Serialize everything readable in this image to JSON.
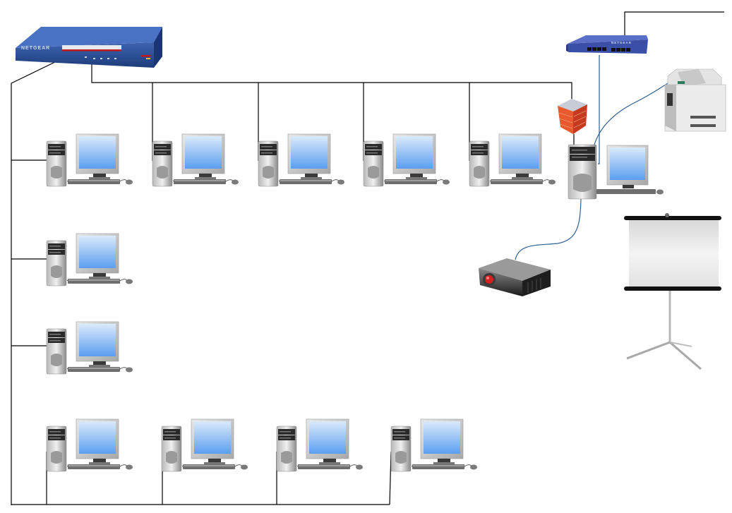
{
  "diagram": {
    "title": "",
    "type": "network-topology",
    "devices": {
      "router": {
        "kind": "router",
        "brand": "NETGEAR"
      },
      "switch": {
        "kind": "switch",
        "brand": "NETGEAR",
        "ports": 8
      },
      "firewall": {
        "kind": "firewall"
      },
      "server": {
        "kind": "server-workstation"
      },
      "printer": {
        "kind": "printer"
      },
      "projector": {
        "kind": "projector"
      },
      "screen": {
        "kind": "projection-screen"
      }
    },
    "workstation_groups": [
      {
        "name": "top-row",
        "count": 5,
        "connected_to": "router"
      },
      {
        "name": "left-column",
        "count": 2,
        "connected_to": "router"
      },
      {
        "name": "bottom-row",
        "count": 4,
        "connected_to": "router"
      }
    ],
    "workstation_total": 12,
    "connections": [
      {
        "from": "router",
        "to": "top-row",
        "style": "black"
      },
      {
        "from": "router",
        "to": "left-bus",
        "style": "black"
      },
      {
        "from": "router",
        "to": "firewall",
        "style": "black"
      },
      {
        "from": "firewall",
        "to": "server",
        "style": "black"
      },
      {
        "from": "switch",
        "to": "server",
        "style": "blue"
      },
      {
        "from": "switch",
        "to": "external",
        "style": "black"
      },
      {
        "from": "server",
        "to": "printer",
        "style": "blue"
      },
      {
        "from": "server",
        "to": "projector",
        "style": "blue"
      }
    ],
    "colors": {
      "router": "#2b4f96",
      "switch": "#3a50a8",
      "firewall": "#d9452b",
      "monitor_screen": "#6aa8ec",
      "wire": "#000000",
      "cable": "#2f5f8f"
    }
  }
}
